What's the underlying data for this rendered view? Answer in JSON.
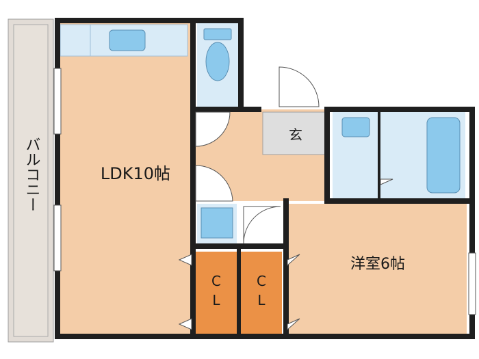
{
  "rooms": {
    "balcony": "バルコニー",
    "ldk": "LDK10帖",
    "western_room": "洋室6帖",
    "entrance": "玄",
    "closet_a_line1": "C",
    "closet_a_line2": "L",
    "closet_b_line1": "C",
    "closet_b_line2": "L"
  },
  "colors": {
    "floor": "#f4cda8",
    "wet_area": "#d9ebf7",
    "fixture": "#8cc9ec",
    "closet": "#eb9146",
    "entrance": "#dedede",
    "balcony": "#e2dcd6",
    "wall": "#1f1f1f"
  }
}
